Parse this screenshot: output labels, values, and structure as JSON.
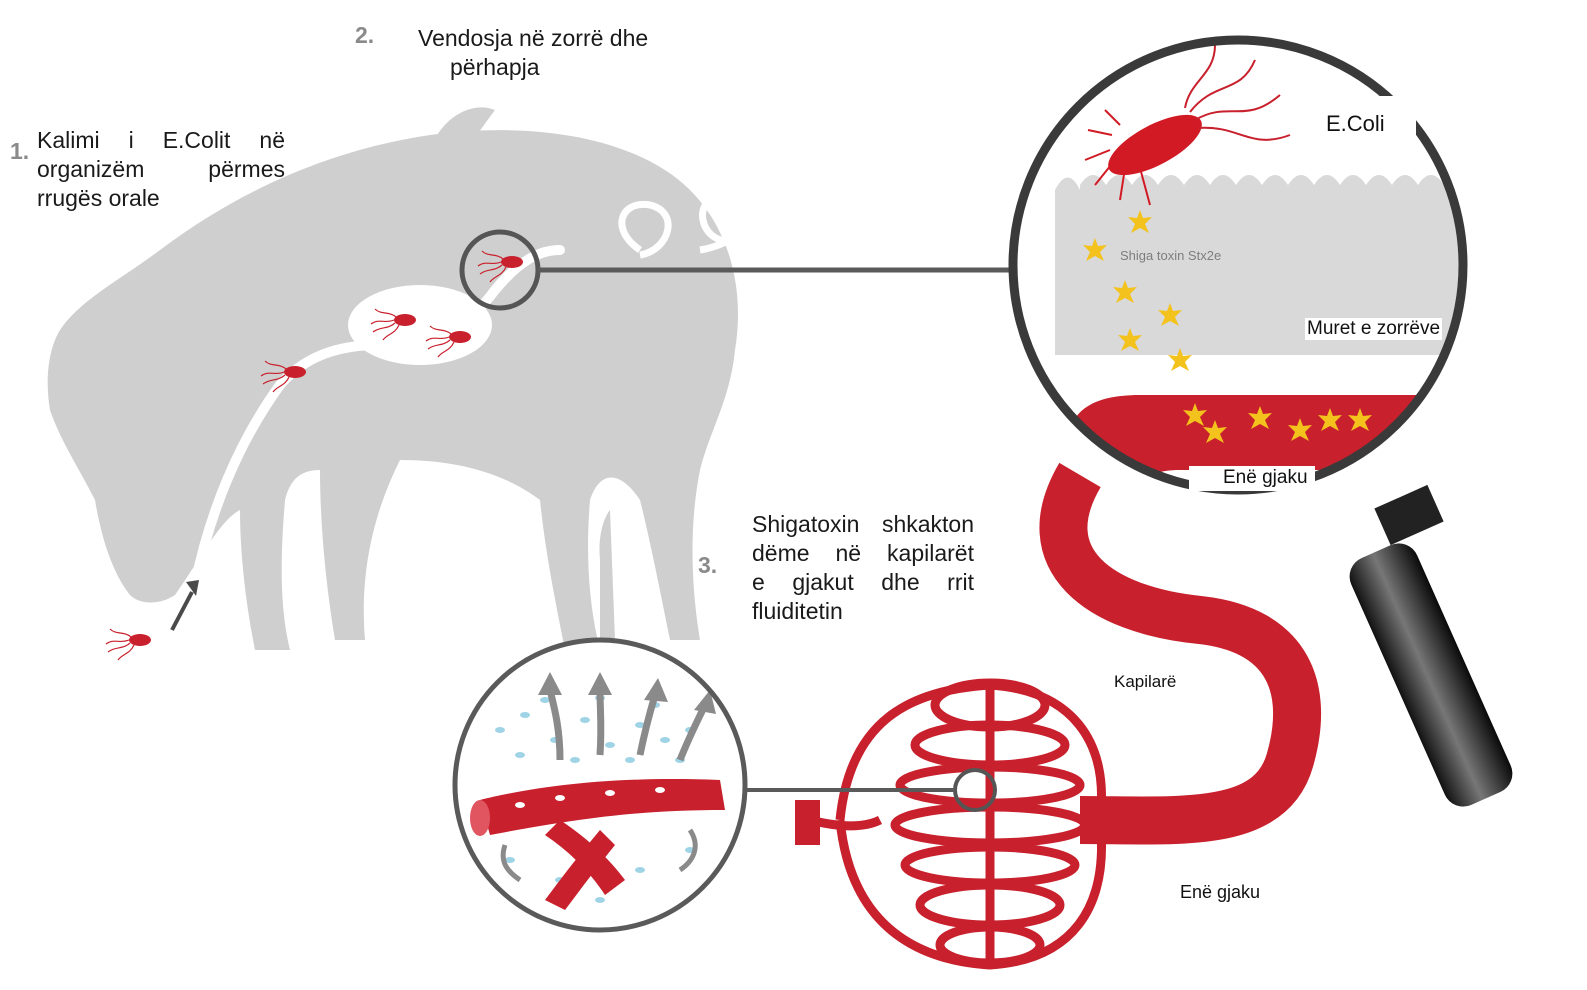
{
  "steps": [
    {
      "number": "1.",
      "text_lines": [
        "Kalimi i E.Colit në",
        "organizëm përmes",
        "rrugës orale"
      ]
    },
    {
      "number": "2.",
      "text_lines": [
        "Vendosja në zorrë dhe",
        "përhapja"
      ]
    },
    {
      "number": "3.",
      "text_lines": [
        "Shigatoxin shkakton",
        "dëme në kapilarët",
        "e gjakut dhe rrit",
        "fluiditetin"
      ]
    }
  ],
  "labels": {
    "ecoli": "E.Coli",
    "intestinal_wall": "Muret e zorrëve",
    "blood_vessel_top": "Enë gjaku",
    "capillaries": "Kapilarë",
    "blood_vessel_bottom": "Enë gjaku"
  },
  "faint_labels": {
    "toxin": "Shiga toxin Stx2e"
  },
  "colors": {
    "pig": "#cfcfcf",
    "vessel": "#c8202c",
    "toxin": "#f4c21c",
    "lens_ring": "#3a3a3a",
    "fluid": "#9fd3e6"
  }
}
